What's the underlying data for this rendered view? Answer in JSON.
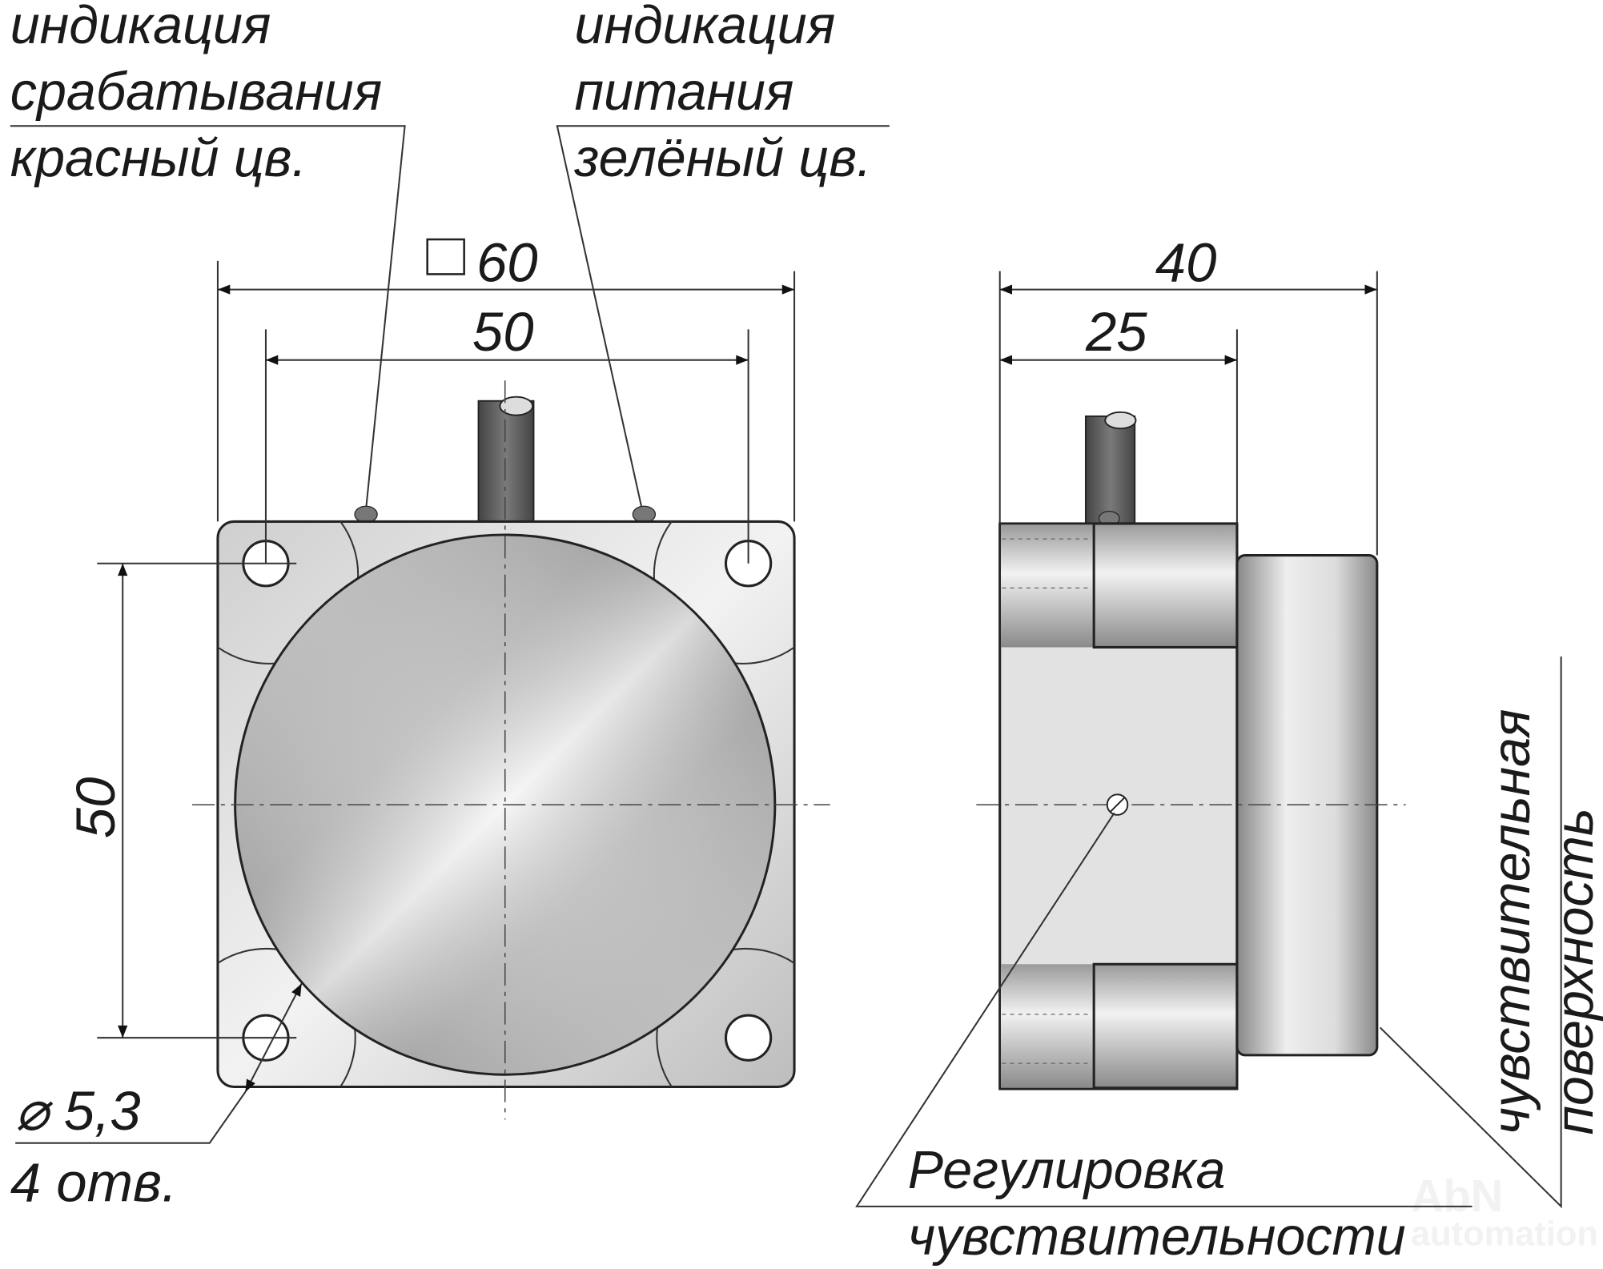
{
  "labels": {
    "trigger_indication": [
      "индикация",
      "срабатывания",
      "красный цв."
    ],
    "power_indication": [
      "индикация",
      "питания",
      "зелёный цв."
    ],
    "sensitivity_adjust": [
      "Регулировка",
      "чувствительности"
    ],
    "sensing_surface": [
      "чувствительная",
      "поверхность"
    ],
    "hole_diameter": "⌀ 5,3",
    "hole_count": "4 отв."
  },
  "dimensions": {
    "front_square": "60",
    "front_hole_spacing_h": "50",
    "front_hole_spacing_v": "50",
    "side_total": "40",
    "side_body": "25"
  },
  "watermark": "AbN automation",
  "colors": {
    "line": "#222222",
    "metal_light": "#f0f0f0",
    "metal_dark": "#8a8a8a"
  }
}
